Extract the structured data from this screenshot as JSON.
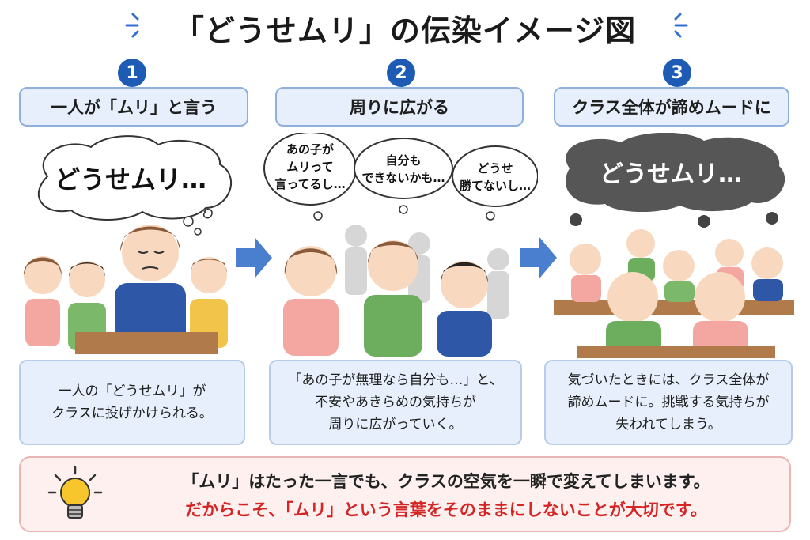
{
  "title": "「どうせムリ」の伝染イメージ図",
  "steps": [
    {
      "number": "1",
      "label": "一人が「ムリ」と言う",
      "bubble": "どうせムリ…",
      "caption_lines": [
        "一人の「どうせムリ」が",
        "クラスに投げかけられる。"
      ]
    },
    {
      "number": "2",
      "label": "周りに広がる",
      "bubbles": [
        [
          "あの子が",
          "ムリって",
          "言ってるし…"
        ],
        [
          "自分も",
          "できないかも…"
        ],
        [
          "どうせ",
          "勝てないし…"
        ]
      ],
      "caption_lines": [
        "「あの子が無理なら自分も…」と、",
        "不安やあきらめの気持ちが",
        "周りに広がっていく。"
      ]
    },
    {
      "number": "3",
      "label": "クラス全体が諦めムードに",
      "bubble": "どうせムリ…",
      "caption_lines": [
        "気づいたときには、クラス全体が",
        "諦めムードに。挑戦する気持ちが",
        "失われてしまう。"
      ]
    }
  ],
  "bottom": {
    "line1": "「ムリ」はたった一言でも、クラスの空気を一瞬で変えてしまいます。",
    "line2": "だからこそ、「ムリ」という言葉をそのままにしないことが大切です。",
    "icon": "lightbulb-icon"
  },
  "colors": {
    "accent": "#1e5bb5",
    "panel": "#e6effb",
    "panel_border": "#8fb0dc",
    "warning_text": "#d42424",
    "bottom_bg": "#fdf0ef",
    "arrow": "#4a7fd0"
  }
}
